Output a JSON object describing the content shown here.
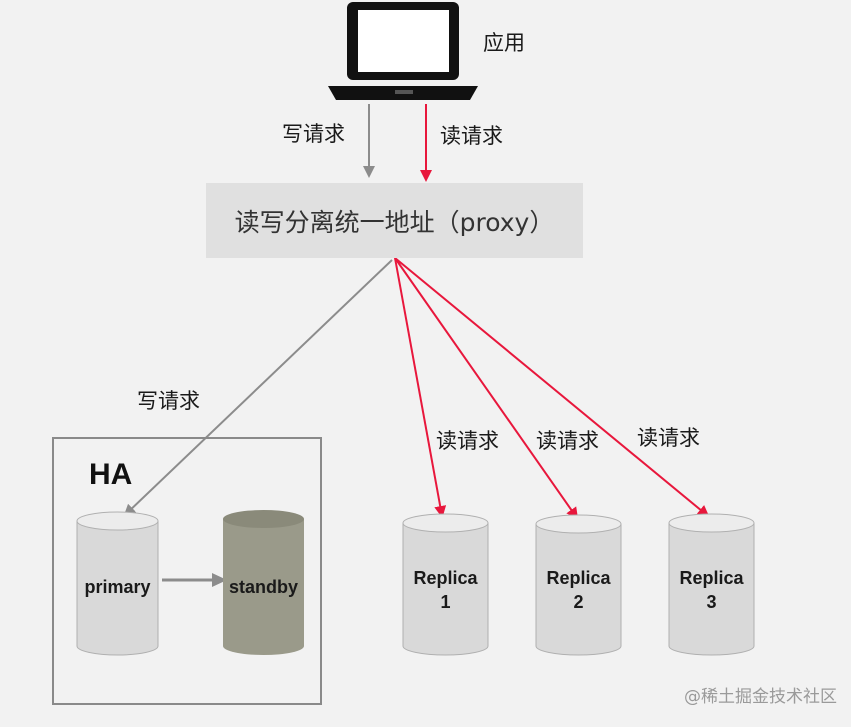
{
  "app": {
    "label": "应用"
  },
  "top_arrows": {
    "write_label": "写请求",
    "read_label": "读请求"
  },
  "proxy": {
    "label": "读写分离统一地址（proxy）"
  },
  "ha": {
    "title": "HA",
    "write_label": "写请求",
    "primary_label": "primary",
    "standby_label": "standby"
  },
  "replicas": [
    {
      "name": "Replica",
      "index": "1",
      "read_label": "读请求"
    },
    {
      "name": "Replica",
      "index": "2",
      "read_label": "读请求"
    },
    {
      "name": "Replica",
      "index": "3",
      "read_label": "读请求"
    }
  ],
  "colors": {
    "write_arrow": "#8c8c8c",
    "read_arrow": "#e8173c",
    "primary_db": "#d9d9d9",
    "standby_db": "#9a9a8a",
    "replica_db": "#d9d9d9"
  },
  "watermark": "@稀土掘金技术社区"
}
